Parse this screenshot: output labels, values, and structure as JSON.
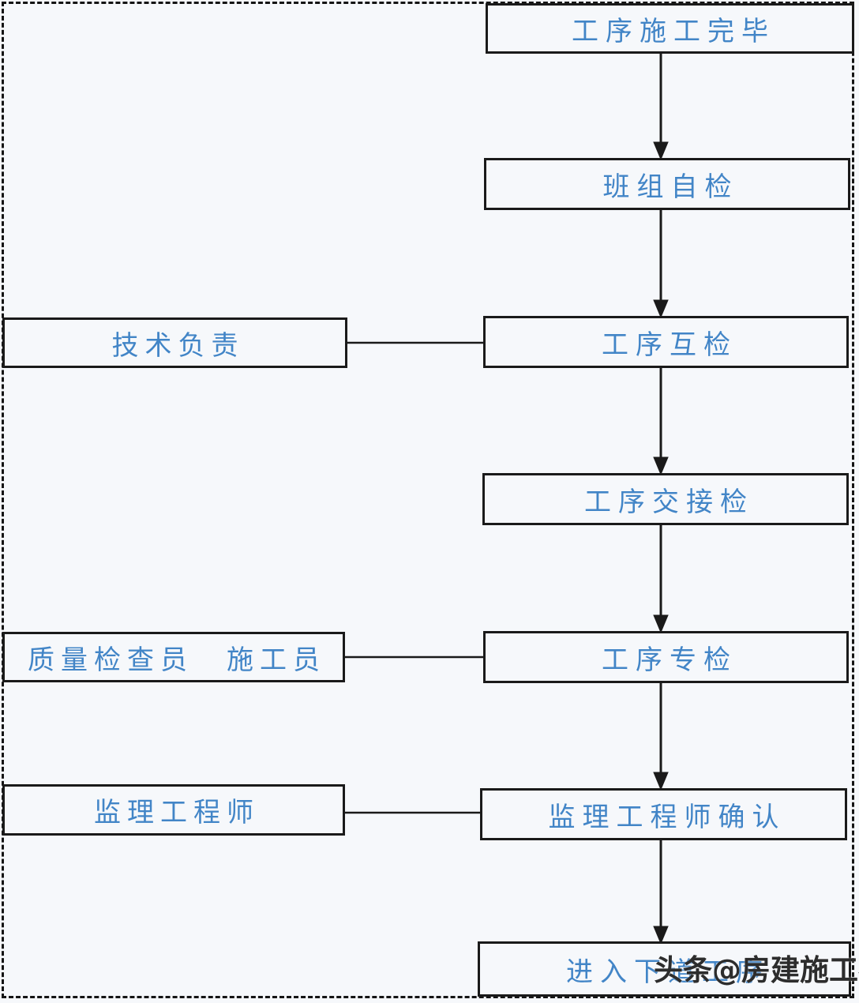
{
  "diagram": {
    "type": "flowchart",
    "flow_steps": [
      {
        "label": "工序施工完毕"
      },
      {
        "label": "班组自检"
      },
      {
        "label": "工序互检"
      },
      {
        "label": "工序交接检"
      },
      {
        "label": "工序专检"
      },
      {
        "label": "监理工程师确认"
      },
      {
        "label": "进入下道工序"
      }
    ],
    "side_roles": [
      {
        "label": "技术负责",
        "connects_to": "工序互检"
      },
      {
        "label": "质量检查员　施工员",
        "connects_to": "工序专检"
      },
      {
        "label": "监理工程师",
        "connects_to": "监理工程师确认"
      }
    ],
    "watermark": "头条@房建施工者",
    "colors": {
      "text_blue": "#4285c7",
      "line_black": "#1a1a1a",
      "background": "#f6f8fb",
      "watermark": "#2d2d2d"
    }
  }
}
